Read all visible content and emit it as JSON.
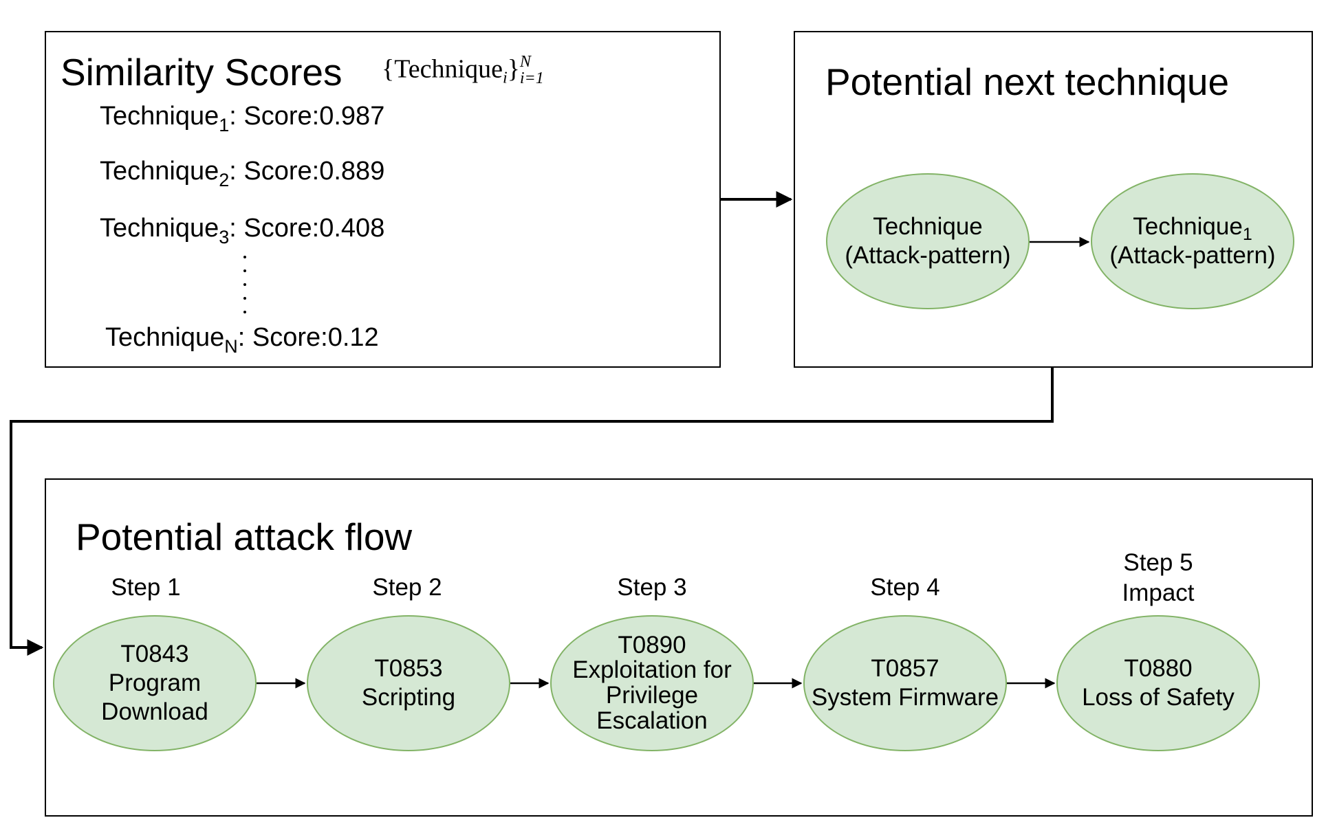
{
  "similarity_panel": {
    "title": "Similarity Scores",
    "set_notation": {
      "open": "{Technique",
      "subscript": "i",
      "close": "}",
      "superscript": "N",
      "lower_index": "i=1"
    },
    "rows": [
      {
        "label": "Technique",
        "subscript": "1",
        "separator": ":",
        "score": "Score:0.987"
      },
      {
        "label": "Technique",
        "subscript": "2",
        "separator": ":",
        "score": "Score:0.889"
      },
      {
        "label": "Technique",
        "subscript": "3",
        "separator": ":",
        "score": "Score:0.408"
      },
      {
        "label": "Technique",
        "subscript": "N",
        "separator": ":",
        "score": "Score:0.12"
      }
    ]
  },
  "next_technique_panel": {
    "title": "Potential next technique",
    "nodes": [
      {
        "line1": "Technique",
        "subscript": "",
        "line2": "(Attack-pattern)"
      },
      {
        "line1": "Technique",
        "subscript": "1",
        "line2": "(Attack-pattern)"
      }
    ]
  },
  "attack_flow_panel": {
    "title": "Potential attack flow",
    "steps": [
      {
        "label": "Step 1",
        "sublabel": "",
        "lines": [
          "T0843",
          "Program",
          "Download"
        ]
      },
      {
        "label": "Step 2",
        "sublabel": "",
        "lines": [
          "T0853",
          "Scripting",
          ""
        ]
      },
      {
        "label": "Step 3",
        "sublabel": "",
        "lines": [
          "T0890",
          "Exploitation for",
          "Privilege",
          "Escalation"
        ]
      },
      {
        "label": "Step 4",
        "sublabel": "",
        "lines": [
          "T0857",
          "System Firmware",
          ""
        ]
      },
      {
        "label": "Step 5",
        "sublabel": "Impact",
        "lines": [
          "T0880",
          "Loss of Safety",
          ""
        ]
      }
    ]
  },
  "colors": {
    "node_fill": "#d5e8d4",
    "node_stroke": "#82b366",
    "line": "#000000"
  }
}
